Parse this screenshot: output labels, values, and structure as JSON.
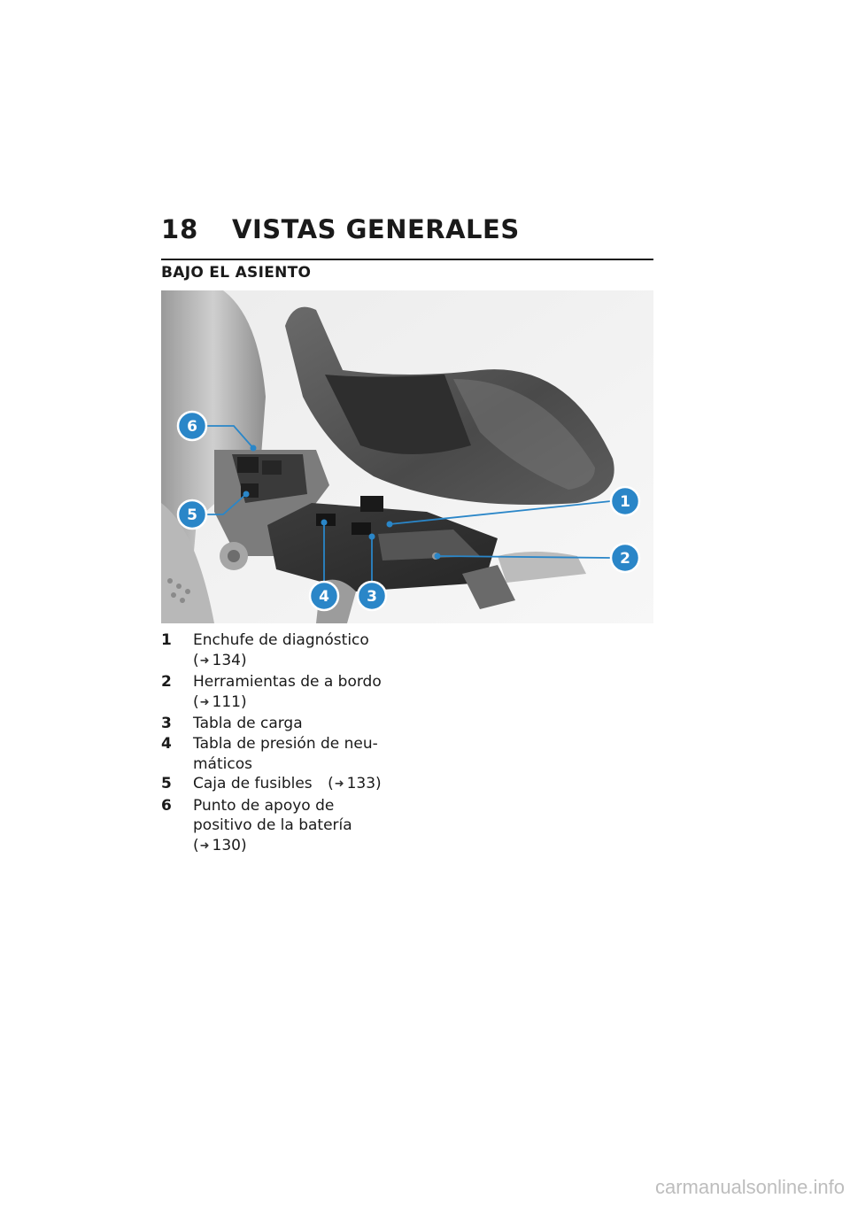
{
  "header": {
    "page_number": "18",
    "chapter_title": "VISTAS GENERALES"
  },
  "section": {
    "title": "BAJO EL ASIENTO"
  },
  "figure": {
    "callouts": [
      "1",
      "2",
      "3",
      "4",
      "5",
      "6"
    ]
  },
  "legend": [
    {
      "num": "1",
      "lines": [
        "Enchufe de diagnóstico"
      ],
      "ref_open": "(",
      "ref": "134)"
    },
    {
      "num": "2",
      "lines": [
        "Herramientas de a bordo"
      ],
      "ref_open": "(",
      "ref": "111)"
    },
    {
      "num": "3",
      "lines": [
        "Tabla de carga"
      ]
    },
    {
      "num": "4",
      "lines": [
        "Tabla de presión de neu-",
        "máticos"
      ]
    },
    {
      "num": "5",
      "lines": [
        "Caja de fusibles"
      ],
      "ref_open": "(",
      "ref": "133)",
      "ref_inline": true
    },
    {
      "num": "6",
      "lines": [
        "Punto de apoyo de",
        "positivo de la batería"
      ],
      "ref_open": "(",
      "ref": "130)"
    }
  ],
  "icons": {
    "reference": "page-reference-arrow-icon"
  },
  "colors": {
    "callout": "#2a86c8",
    "text": "#1a1a1a"
  },
  "watermark": "carmanualsonline.info"
}
